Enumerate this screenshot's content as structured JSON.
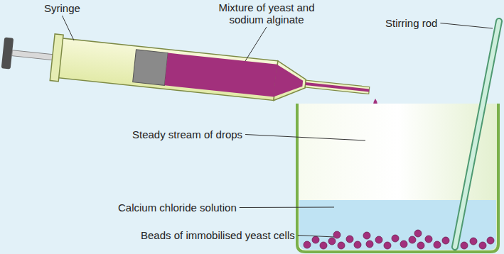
{
  "diagram": {
    "labels": [
      "Syringe",
      "Mixture of yeast and sodium alginate",
      "Stirring rod",
      "Steady stream of drops",
      "Calcium chloride solution",
      "Beads of immobilised yeast cells"
    ]
  }
}
